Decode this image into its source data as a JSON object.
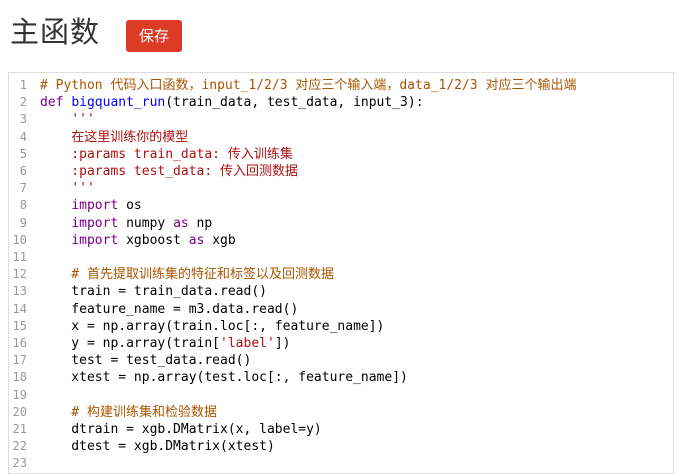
{
  "header": {
    "title": "主函数",
    "save_button": "保存"
  },
  "colors": {
    "accent": "#dc3b26",
    "comment": "#aa5500",
    "keyword": "#770088",
    "def": "#0000ff",
    "string": "#aa1111",
    "text": "#000000",
    "linenum": "#999999"
  },
  "editor": {
    "language": "python",
    "token_legend": {
      "c": "comment",
      "k": "keyword",
      "d": "definition",
      "s": "string",
      "v": "plain"
    },
    "lines": [
      {
        "n": 1,
        "t": [
          [
            "c",
            "# Python 代码入口函数，input_1/2/3 对应三个输入端，data_1/2/3 对应三个输出端"
          ]
        ]
      },
      {
        "n": 2,
        "t": [
          [
            "k",
            "def"
          ],
          [
            "v",
            " "
          ],
          [
            "d",
            "bigquant_run"
          ],
          [
            "v",
            "(train_data, test_data, input_3):"
          ]
        ]
      },
      {
        "n": 3,
        "t": [
          [
            "s",
            "    '''"
          ]
        ]
      },
      {
        "n": 4,
        "t": [
          [
            "s",
            "    在这里训练你的模型"
          ]
        ]
      },
      {
        "n": 5,
        "t": [
          [
            "s",
            "    :params train_data: 传入训练集"
          ]
        ]
      },
      {
        "n": 6,
        "t": [
          [
            "s",
            "    :params test_data: 传入回测数据"
          ]
        ]
      },
      {
        "n": 7,
        "t": [
          [
            "s",
            "    '''"
          ]
        ]
      },
      {
        "n": 8,
        "t": [
          [
            "v",
            "    "
          ],
          [
            "k",
            "import"
          ],
          [
            "v",
            " os"
          ]
        ]
      },
      {
        "n": 9,
        "t": [
          [
            "v",
            "    "
          ],
          [
            "k",
            "import"
          ],
          [
            "v",
            " numpy "
          ],
          [
            "k",
            "as"
          ],
          [
            "v",
            " np"
          ]
        ]
      },
      {
        "n": 10,
        "t": [
          [
            "v",
            "    "
          ],
          [
            "k",
            "import"
          ],
          [
            "v",
            " xgboost "
          ],
          [
            "k",
            "as"
          ],
          [
            "v",
            " xgb"
          ]
        ]
      },
      {
        "n": 11,
        "t": []
      },
      {
        "n": 12,
        "t": [
          [
            "c",
            "    # 首先提取训练集的特征和标签以及回测数据"
          ]
        ]
      },
      {
        "n": 13,
        "t": [
          [
            "v",
            "    train = train_data.read()"
          ]
        ]
      },
      {
        "n": 14,
        "t": [
          [
            "v",
            "    feature_name = m3.data.read()"
          ]
        ]
      },
      {
        "n": 15,
        "t": [
          [
            "v",
            "    x = np.array(train.loc[:, feature_name])"
          ]
        ]
      },
      {
        "n": 16,
        "t": [
          [
            "v",
            "    y = np.array(train["
          ],
          [
            "s",
            "'label'"
          ],
          [
            "v",
            "])"
          ]
        ]
      },
      {
        "n": 17,
        "t": [
          [
            "v",
            "    test = test_data.read()"
          ]
        ]
      },
      {
        "n": 18,
        "t": [
          [
            "v",
            "    xtest = np.array(test.loc[:, feature_name])"
          ]
        ]
      },
      {
        "n": 19,
        "t": []
      },
      {
        "n": 20,
        "t": [
          [
            "c",
            "    # 构建训练集和检验数据"
          ]
        ]
      },
      {
        "n": 21,
        "t": [
          [
            "v",
            "    dtrain = xgb.DMatrix(x, label=y)"
          ]
        ]
      },
      {
        "n": 22,
        "t": [
          [
            "v",
            "    dtest = xgb.DMatrix(xtest)"
          ]
        ]
      },
      {
        "n": 23,
        "t": []
      }
    ]
  }
}
